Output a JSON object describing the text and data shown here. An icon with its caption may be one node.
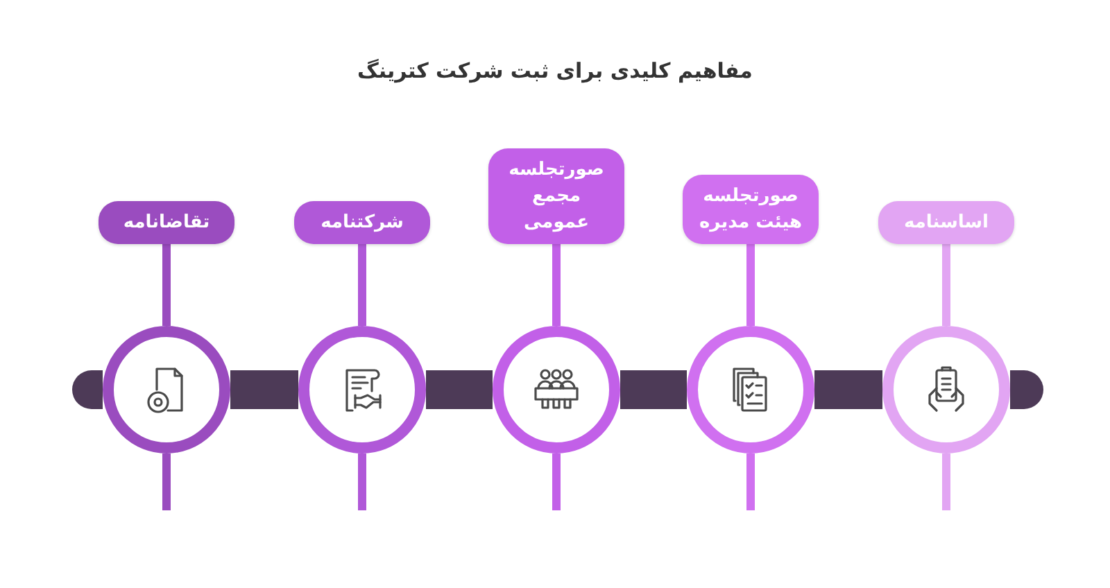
{
  "diagram": {
    "title": "مفاهیم کلیدی برای ثبت شرکت کترینگ",
    "nodes": [
      {
        "text": [
          "اساسنامه"
        ]
      },
      {
        "text": [],
        "shape": "circle"
      },
      {
        "text": [
          "صورتجلسه هیئت مدیره"
        ]
      },
      {
        "text": [],
        "shape": "circle"
      },
      {
        "text": [
          "صورتجلسه مجمع عمومی"
        ]
      },
      {
        "text": [],
        "shape": "circle"
      },
      {
        "text": [
          "شرکتنامه"
        ]
      },
      {
        "text": [],
        "shape": "circle"
      },
      {
        "text": [
          "تقاضانامه"
        ]
      },
      {
        "text": [],
        "shape": "circle"
      }
    ],
    "edges": [
      {
        "from": 0,
        "to": 1,
        "arrow": "none",
        "color": "#e2a5f3"
      },
      {
        "from": 1,
        "to": null,
        "arrow": "none",
        "color": "#e2a5f3"
      },
      {
        "from": 2,
        "to": 3,
        "arrow": "none",
        "color": "#d070f0"
      },
      {
        "from": 3,
        "to": null,
        "arrow": "none",
        "color": "#d070f0"
      },
      {
        "from": 4,
        "to": 5,
        "arrow": "none",
        "color": "#c260e8"
      },
      {
        "from": 5,
        "to": null,
        "arrow": "none",
        "color": "#c260e8"
      },
      {
        "from": 6,
        "to": 7,
        "arrow": "none",
        "color": "#b058d8"
      },
      {
        "from": 7,
        "to": null,
        "arrow": "none",
        "color": "#b058d8"
      },
      {
        "from": 8,
        "to": 9,
        "arrow": "none",
        "color": "#9a4cbf"
      },
      {
        "from": 9,
        "to": null,
        "arrow": "none",
        "color": "#9a4cbf"
      },
      {
        "from": 1,
        "to": null,
        "arrow": "none",
        "style": "thick",
        "color": "#4d3a57"
      },
      {
        "from": 1,
        "to": 3,
        "arrow": "none",
        "style": "thick",
        "color": "#4d3a57"
      },
      {
        "from": 3,
        "to": 5,
        "arrow": "none",
        "style": "thick",
        "color": "#4d3a57"
      },
      {
        "from": 5,
        "to": 7,
        "arrow": "none",
        "style": "thick",
        "color": "#4d3a57"
      },
      {
        "from": 7,
        "to": 9,
        "arrow": "none",
        "style": "thick",
        "color": "#4d3a57"
      },
      {
        "from": 9,
        "to": null,
        "arrow": "none",
        "style": "thick",
        "color": "#4d3a57"
      }
    ]
  }
}
